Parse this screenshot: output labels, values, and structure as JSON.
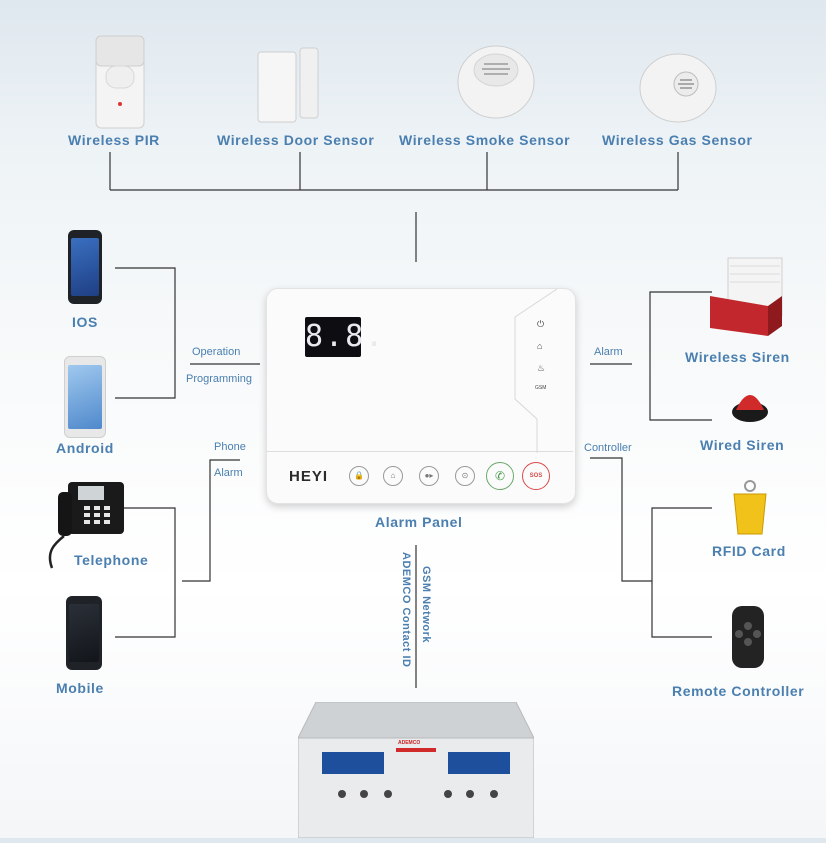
{
  "sensors": {
    "pir": "Wireless PIR",
    "door": "Wireless Door Sensor",
    "smoke": "Wireless Smoke Sensor",
    "gas": "Wireless Gas Sensor"
  },
  "left": {
    "ios": "IOS",
    "android": "Android",
    "telephone": "Telephone",
    "mobile": "Mobile",
    "operation": "Operation",
    "programming": "Programming",
    "phone": "Phone",
    "alarm": "Alarm"
  },
  "right": {
    "alarm": "Alarm",
    "wireless_siren": "Wireless Siren",
    "wired_siren": "Wired Siren",
    "controller": "Controller",
    "rfid": "RFID Card",
    "remote": "Remote Controller"
  },
  "panel": {
    "label": "Alarm Panel",
    "display": "8.8.",
    "brand": "HEYI",
    "indicators": [
      "⏻",
      "⌂",
      "♨"
    ],
    "gsm": "GSM",
    "sos": "SOS"
  },
  "center": {
    "gsm_network": "GSM Network",
    "ademco": "ADEMCO Contact ID"
  },
  "receiver": {
    "brand": "ADEMCO"
  }
}
